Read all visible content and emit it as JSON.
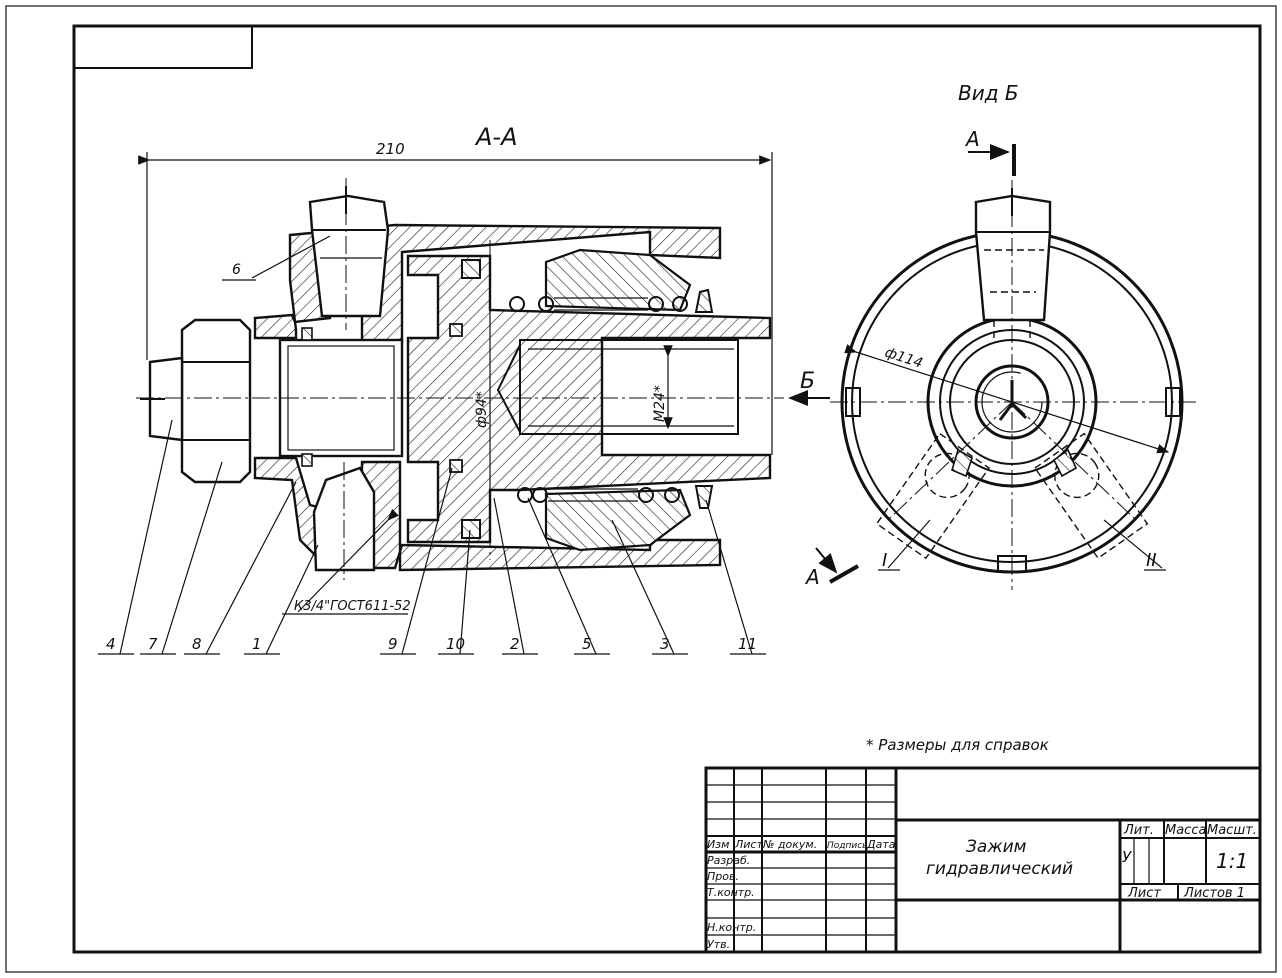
{
  "drawing": {
    "section_label": "А-А",
    "view_label": "Вид Б",
    "view_mark": "Б",
    "cut_mark": "А",
    "note": "* Размеры для справок"
  },
  "dimensions": {
    "overall_length": "210",
    "bore_diameter": "ф94*",
    "thread": "М24*",
    "outer_diameter": "ф114",
    "pipe_thread": "К3/4\"ГОСТ611-52"
  },
  "balloons": [
    "4",
    "7",
    "8",
    "1",
    "9",
    "10",
    "2",
    "5",
    "3",
    "11"
  ],
  "balloon_top": "6",
  "roman_labels": [
    "I",
    "II"
  ],
  "title_block": {
    "col_izm": "Изм",
    "col_list": "Лист",
    "col_doc": "№ докум.",
    "col_sign": "Подпись",
    "col_date": "Дата",
    "row_razrab": "Разраб.",
    "row_prov": "Пров.",
    "row_tkontr": "Т.контр.",
    "row_nkontr": "Н.контр.",
    "row_utv": "Утв.",
    "title_line1": "Зажим",
    "title_line2": "гидравлический",
    "lit_label": "Лит.",
    "mass_label": "Масса",
    "scale_label": "Масшт.",
    "lit_value": "У",
    "scale_value": "1:1",
    "sheet_label": "Лист",
    "sheets_label": "Листов 1"
  }
}
